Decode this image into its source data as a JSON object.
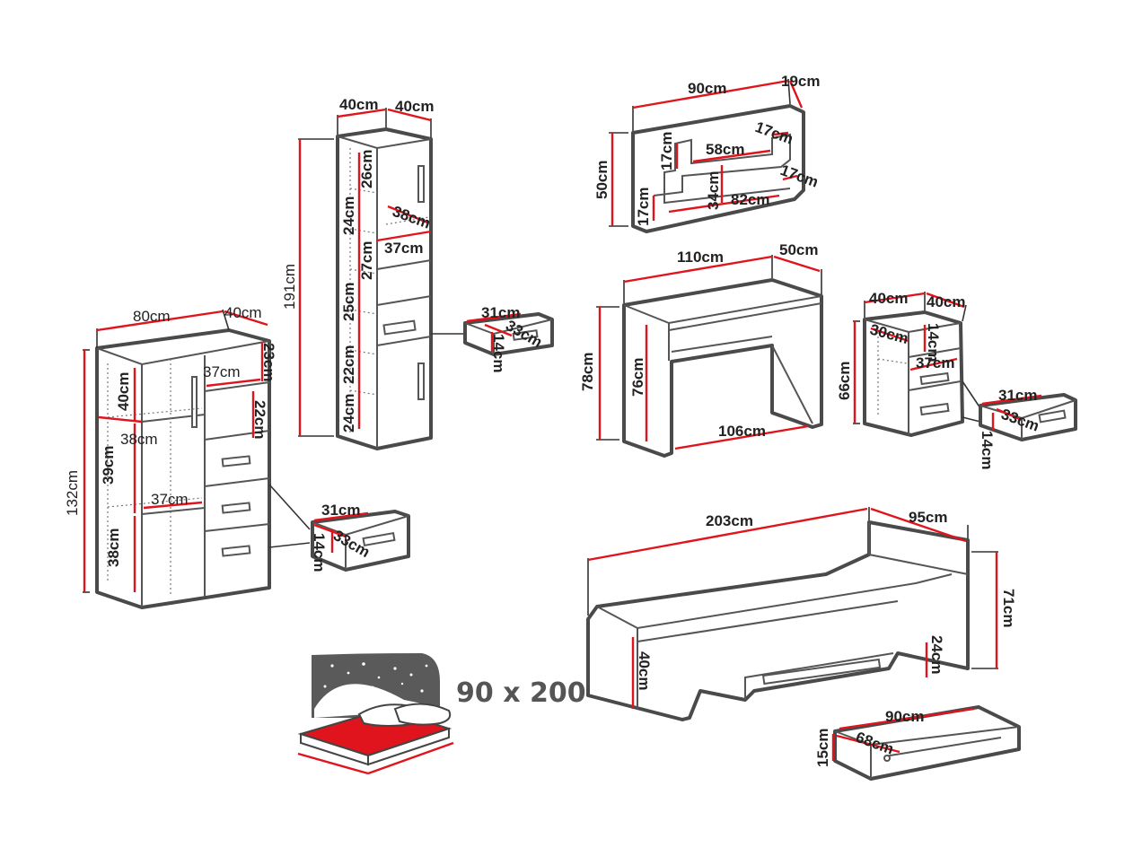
{
  "labels": {
    "wardrobe_width": "80cm",
    "wardrobe_depth": "40cm",
    "wardrobe_height": "132cm",
    "wardrobe_shelf_top": "40cm",
    "wardrobe_shelf_mid": "39cm",
    "wardrobe_shelf_bottom": "38cm",
    "wardrobe_inner_depth_top": "37cm",
    "wardrobe_inner_width": "38cm",
    "wardrobe_inner_depth_mid": "37cm",
    "wardrobe_top_compartment": "23cm",
    "wardrobe_niche": "22cm",
    "wardrobe_drawer_width": "31cm",
    "wardrobe_drawer_depth": "33cm",
    "wardrobe_drawer_height": "14cm",
    "bookcase_width": "40cm",
    "bookcase_depth": "40cm",
    "bookcase_height": "191cm",
    "bookcase_s1": "26cm",
    "bookcase_s2": "24cm",
    "bookcase_inner_depth": "38cm",
    "bookcase_inner_width": "37cm",
    "bookcase_s3": "27cm",
    "bookcase_s4": "25cm",
    "bookcase_s5": "22cm",
    "bookcase_s6": "24cm",
    "bookcase_drawer_width": "31cm",
    "bookcase_drawer_depth": "33cm",
    "bookcase_drawer_height": "14cm",
    "shelf_width": "90cm",
    "shelf_depth": "19cm",
    "shelf_height": "50cm",
    "shelf_upper_h": "17cm",
    "shelf_upper_w": "58cm",
    "shelf_upper_d": "17cm",
    "shelf_vertical": "34cm",
    "shelf_lower_w": "82cm",
    "shelf_lower_d": "17cm",
    "shelf_lower_h": "17cm",
    "desk_width": "110cm",
    "desk_depth": "50cm",
    "desk_height": "78cm",
    "desk_leg_clearance": "76cm",
    "desk_inner_width": "106cm",
    "cabinet_width": "40cm",
    "cabinet_depth": "40cm",
    "cabinet_height": "66cm",
    "cabinet_top_w": "30cm",
    "cabinet_top_h": "14cm",
    "cabinet_inner_d": "37cm",
    "cabinet_drawer_width": "31cm",
    "cabinet_drawer_depth": "33cm",
    "cabinet_drawer_height": "14cm",
    "bed_length": "203cm",
    "bed_width": "95cm",
    "bed_head_height": "71cm",
    "bed_side_height": "40cm",
    "bed_drawer_clear": "24cm",
    "bed_drawer_width": "90cm",
    "bed_drawer_depth": "68cm",
    "bed_drawer_height": "15cm",
    "mattress_size": "90 x 200"
  },
  "colors": {
    "dimension_line": "#e0141c",
    "outline": "#4a4a4a",
    "mattress": "#e0141c",
    "night_sky": "#5a5a5a"
  }
}
